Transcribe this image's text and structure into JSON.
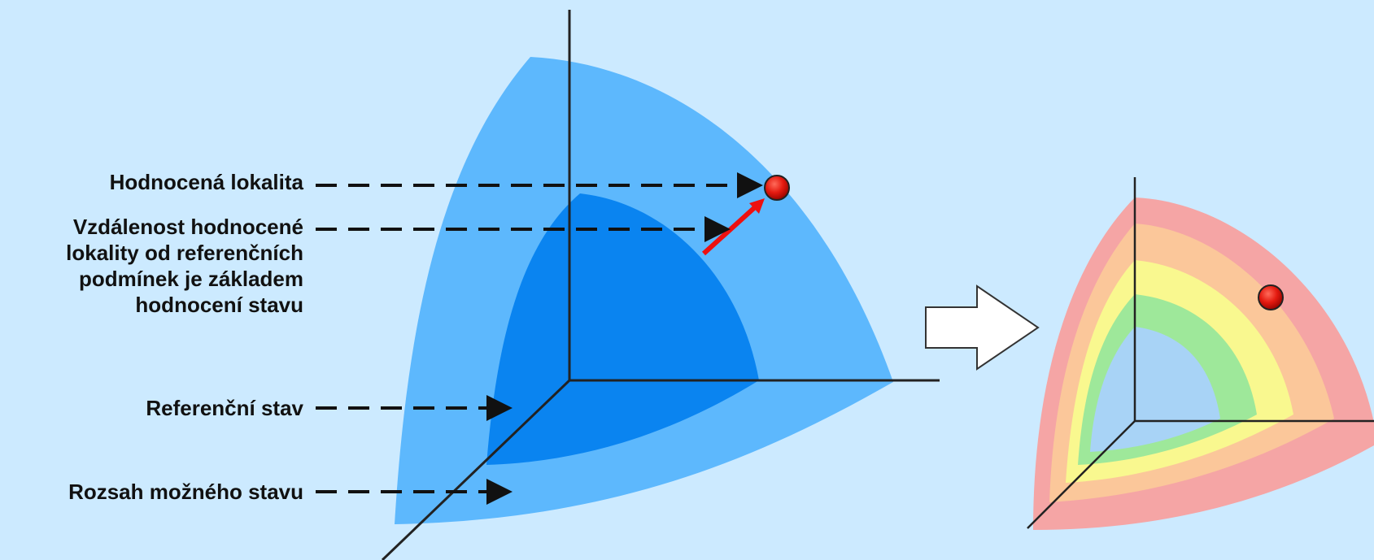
{
  "labels": {
    "assessed_site": "Hodnocená lokalita",
    "distance_line1": "Vzdálenost hodnocené",
    "distance_line2": "lokality od referenčních",
    "distance_line3": "podmínek je základem",
    "distance_line4": "hodnocení stavu",
    "reference_state": "Referenční stav",
    "possible_range": "Rozsah možného stavu"
  },
  "colors": {
    "background": "#cceaff",
    "outer_range": "#5db8fd",
    "reference": "#0a84f0",
    "site_point": "#e8120f",
    "distance_arrow": "#ee1010",
    "band_red": "#f5a5a5",
    "band_orange": "#fbc79a",
    "band_yellow": "#f9f88f",
    "band_green": "#9ee89a",
    "band_blue": "#a8d3f6"
  }
}
